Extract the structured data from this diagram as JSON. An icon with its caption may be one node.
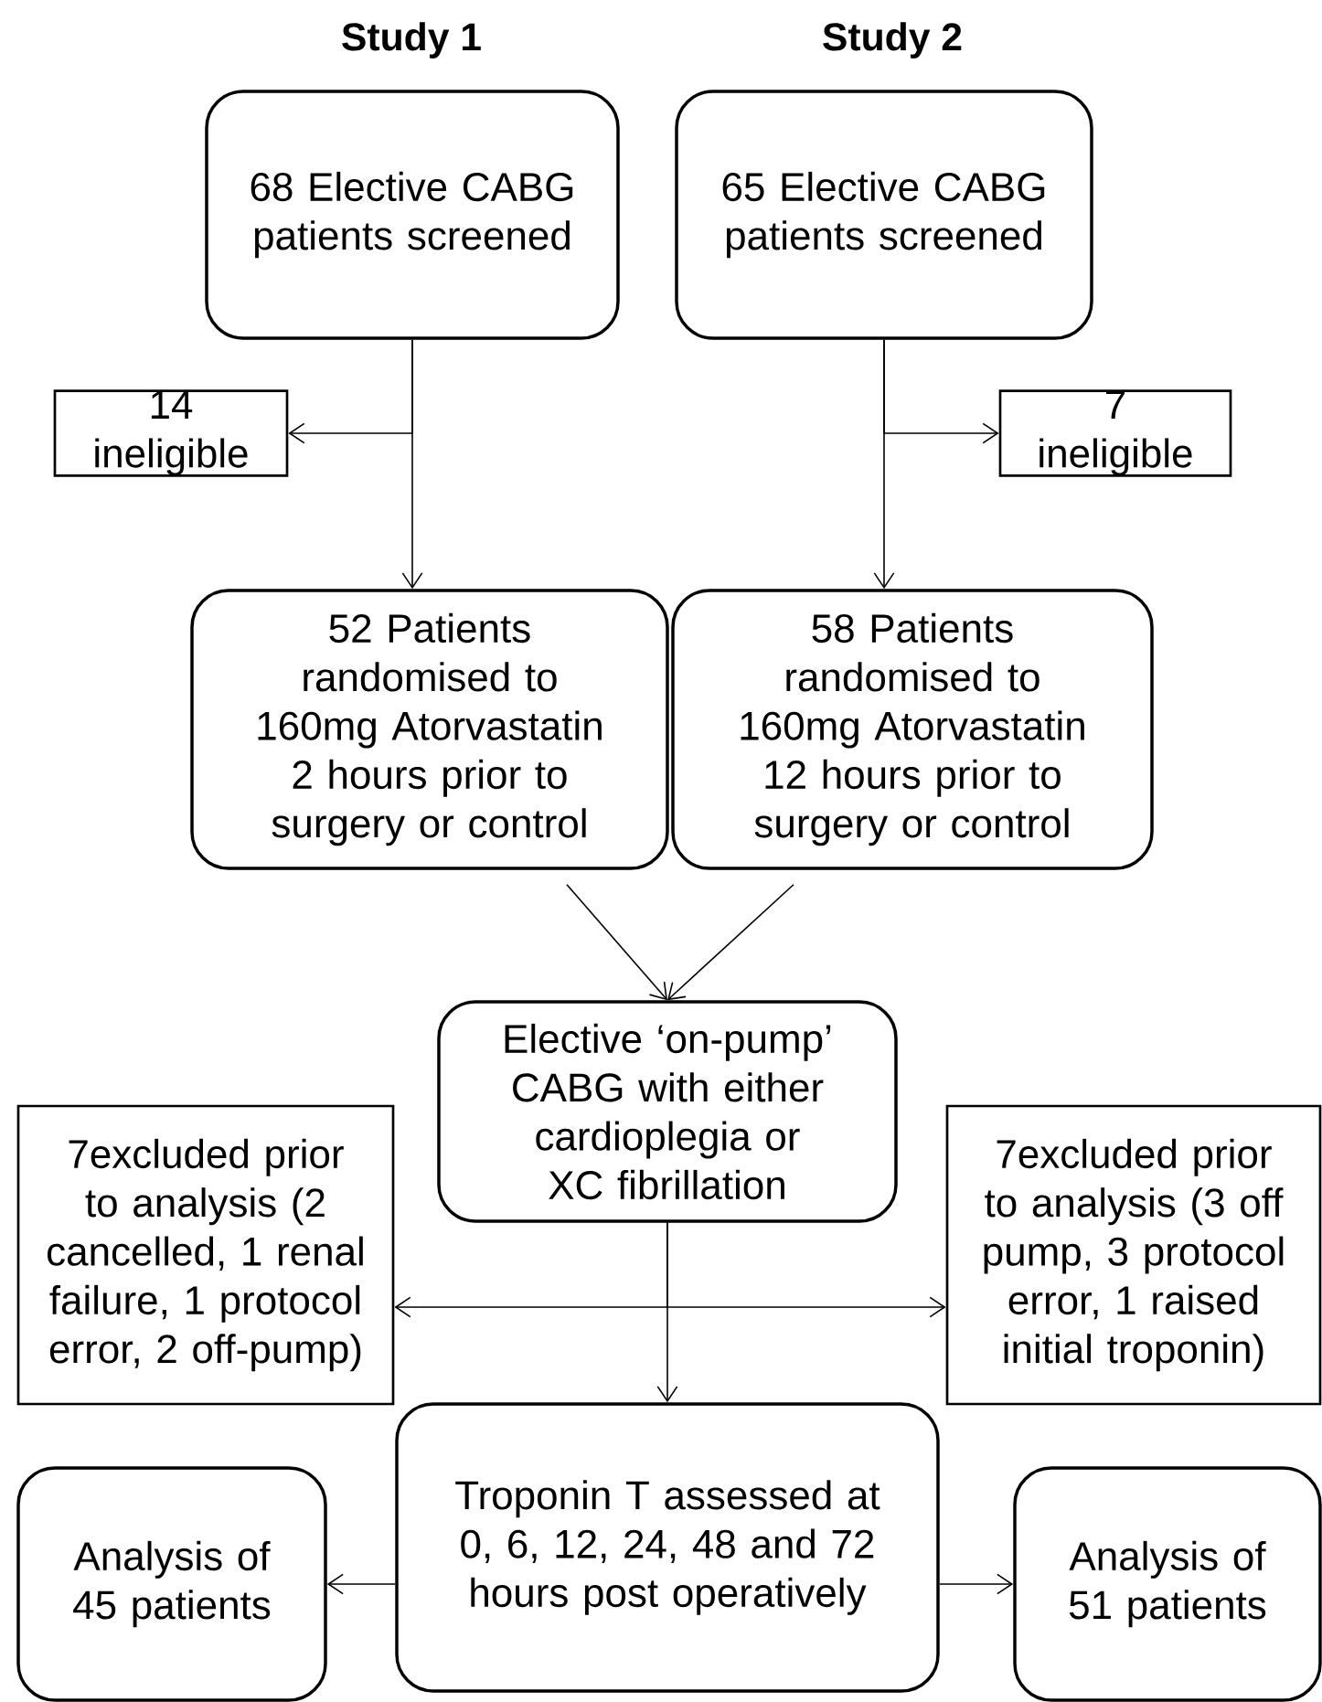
{
  "diagram": {
    "nodes": [
      {
        "text": [
          "68 Elective CABG patients screened"
        ]
      },
      {
        "text": [
          "65 Elective CABG patients screened"
        ]
      },
      {
        "text": [
          "14 ineligible"
        ]
      },
      {
        "text": [
          "7 ineligible"
        ]
      },
      {
        "text": [
          "52 Patients randomised to 160mg Atorvastatin 2 hours prior to surgery or control"
        ]
      },
      {
        "text": [
          "58 Patients randomised to 160mg Atorvastatin 12 hours prior to surgery or control"
        ]
      },
      {
        "text": [
          "Elective ‘on-pump’ CABG with either cardioplegia or XC fibrillation"
        ]
      },
      {
        "text": [
          "7excluded prior to analysis (2 cancelled, 1 renal failure, 1 protocol error, 2 off-pump)"
        ]
      },
      {
        "text": [
          "7excluded prior to analysis (3 off pump, 3 protocol error, 1 raised initial troponin)"
        ]
      },
      {
        "text": [
          "Troponin T assessed at 0, 6, 12, 24, 48 and 72 hours post operatively"
        ]
      },
      {
        "text": [
          "Analysis of 45 patients"
        ]
      },
      {
        "text": [
          "Analysis of 51 patients"
        ]
      }
    ],
    "edges": [
      {
        "from": 0,
        "to": 2,
        "arrow": "to"
      },
      {
        "from": 0,
        "to": 4,
        "arrow": "to"
      },
      {
        "from": 1,
        "to": 3,
        "arrow": "to"
      },
      {
        "from": 1,
        "to": 5,
        "arrow": "to"
      },
      {
        "from": 4,
        "to": 6,
        "arrow": "to"
      },
      {
        "from": 5,
        "to": 6,
        "arrow": "to"
      },
      {
        "from": 6,
        "to": 7,
        "arrow": "to"
      },
      {
        "from": 6,
        "to": 8,
        "arrow": "to"
      },
      {
        "from": 6,
        "to": 9,
        "arrow": "to"
      },
      {
        "from": 9,
        "to": 10,
        "arrow": "to"
      },
      {
        "from": 9,
        "to": 11,
        "arrow": "to"
      }
    ],
    "labels": [
      "Study 1",
      "Study 2"
    ]
  }
}
